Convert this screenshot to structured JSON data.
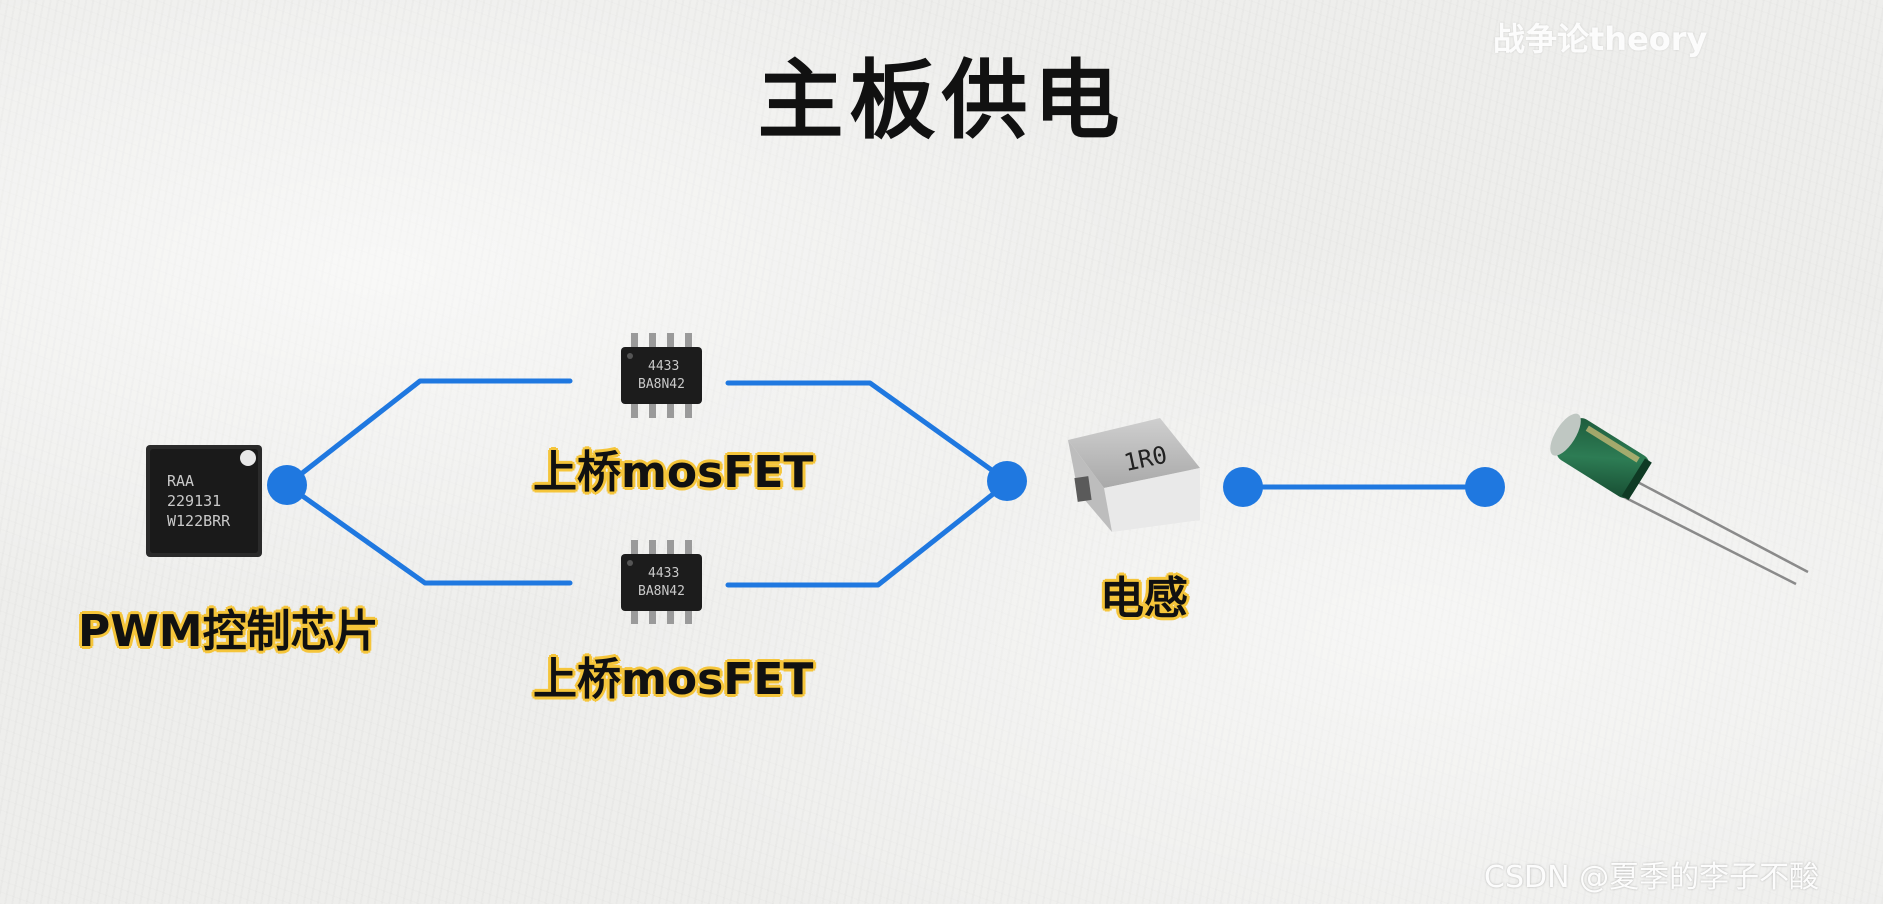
{
  "title": "主板供电",
  "watermark_top": "战争论theory",
  "watermark_bottom": "CSDN @夏季的李子不酸",
  "colors": {
    "wire": "#1f78e0",
    "node": "#1f78e0",
    "label_outline": "#f5c53a"
  },
  "components": {
    "pwm": {
      "label": "PWM控制芯片",
      "marking": [
        "RAA",
        "229131",
        "W122BRR"
      ]
    },
    "mosfet_top": {
      "label": "上桥mosFET",
      "marking": [
        "4433",
        "BA8N42"
      ]
    },
    "mosfet_bottom": {
      "label": "上桥mosFET",
      "marking": [
        "4433",
        "BA8N42"
      ]
    },
    "inductor": {
      "label": "电感",
      "marking": "1R0"
    },
    "capacitor": {
      "label": ""
    }
  }
}
